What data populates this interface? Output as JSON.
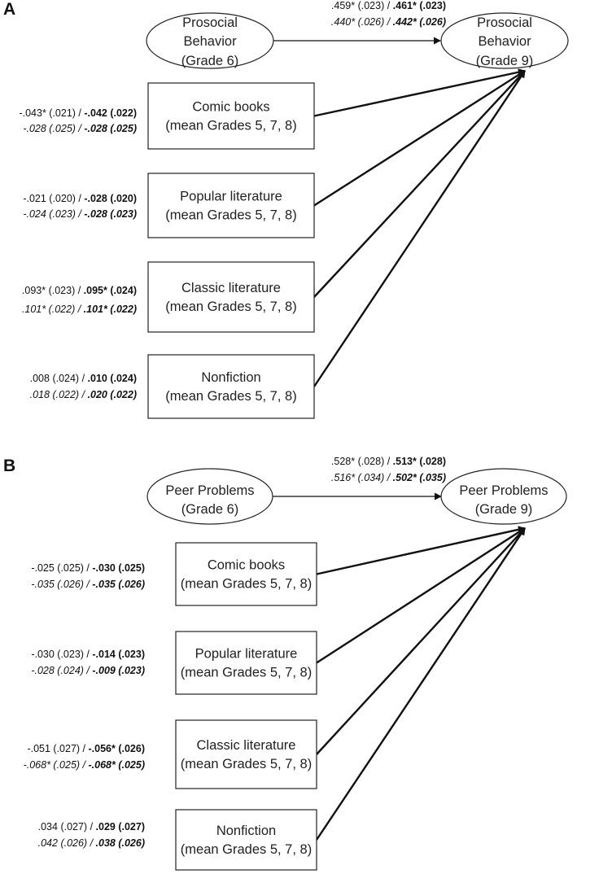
{
  "panels": [
    {
      "letter": "A",
      "outcome_pre": [
        "Prosocial",
        "Behavior",
        "(Grade 6)"
      ],
      "outcome_post": [
        "Prosocial",
        "Behavior",
        "(Grade 9)"
      ],
      "auto": {
        "r1": [
          ".459*",
          " (.023) / ",
          ".461*",
          " (.023)"
        ],
        "r2": [
          ".440*",
          " (.026) / ",
          ".442*",
          " (.026)"
        ]
      },
      "predictors": [
        {
          "label": [
            "Comic books",
            "(mean Grades 5, 7, 8)"
          ],
          "r1": [
            "-.043*",
            " (.021) / ",
            "-.042",
            " (.022)"
          ],
          "r2": [
            "-.028",
            " (.025) / ",
            "-.028",
            " (.025)"
          ]
        },
        {
          "label": [
            "Popular literature",
            "(mean Grades 5, 7, 8)"
          ],
          "r1": [
            "-.021",
            " (.020) / ",
            "-.028",
            " (.020)"
          ],
          "r2": [
            "-.024",
            " (.023) / ",
            "-.028",
            " (.023)"
          ]
        },
        {
          "label": [
            "Classic literature",
            "(mean Grades 5, 7, 8)"
          ],
          "r1": [
            ".093*",
            " (.023) / ",
            ".095*",
            " (.024)"
          ],
          "r2": [
            ".101*",
            " (.022) / ",
            ".101*",
            " (.022)"
          ]
        },
        {
          "label": [
            "Nonfiction",
            "(mean Grades 5, 7, 8)"
          ],
          "r1": [
            ".008",
            " (.024) / ",
            ".010",
            " (.024)"
          ],
          "r2": [
            ".018",
            " (.022) / ",
            ".020",
            " (.022)"
          ]
        }
      ]
    },
    {
      "letter": "B",
      "outcome_pre": [
        "Peer Problems",
        "(Grade 6)"
      ],
      "outcome_post": [
        "Peer Problems",
        "(Grade 9)"
      ],
      "auto": {
        "r1": [
          ".528*",
          " (.028) / ",
          ".513*",
          " (.028)"
        ],
        "r2": [
          ".516*",
          " (.034) / ",
          ".502*",
          " (.035)"
        ]
      },
      "predictors": [
        {
          "label": [
            "Comic books",
            "(mean Grades 5, 7, 8)"
          ],
          "r1": [
            "-.025",
            " (.025) / ",
            "-.030",
            " (.025)"
          ],
          "r2": [
            "-.035",
            " (.026) / ",
            "-.035",
            " (.026)"
          ]
        },
        {
          "label": [
            "Popular literature",
            "(mean Grades 5, 7, 8)"
          ],
          "r1": [
            "-.030",
            " (.023) / ",
            "-.014",
            " (.023)"
          ],
          "r2": [
            "-.028",
            " (.024) / ",
            "-.009",
            " (.023)"
          ]
        },
        {
          "label": [
            "Classic literature",
            "(mean Grades 5, 7, 8)"
          ],
          "r1": [
            "-.051",
            " (.027) / ",
            "-.056*",
            " (.026)"
          ],
          "r2": [
            "-.068*",
            " (.025) / ",
            "-.068*",
            " (.025)"
          ]
        },
        {
          "label": [
            "Nonfiction",
            "(mean Grades 5, 7, 8)"
          ],
          "r1": [
            ".034",
            " (.027) / ",
            ".029",
            " (.027)"
          ],
          "r2": [
            ".042",
            " (.026) / ",
            ".038",
            " (.026)"
          ]
        }
      ]
    }
  ]
}
